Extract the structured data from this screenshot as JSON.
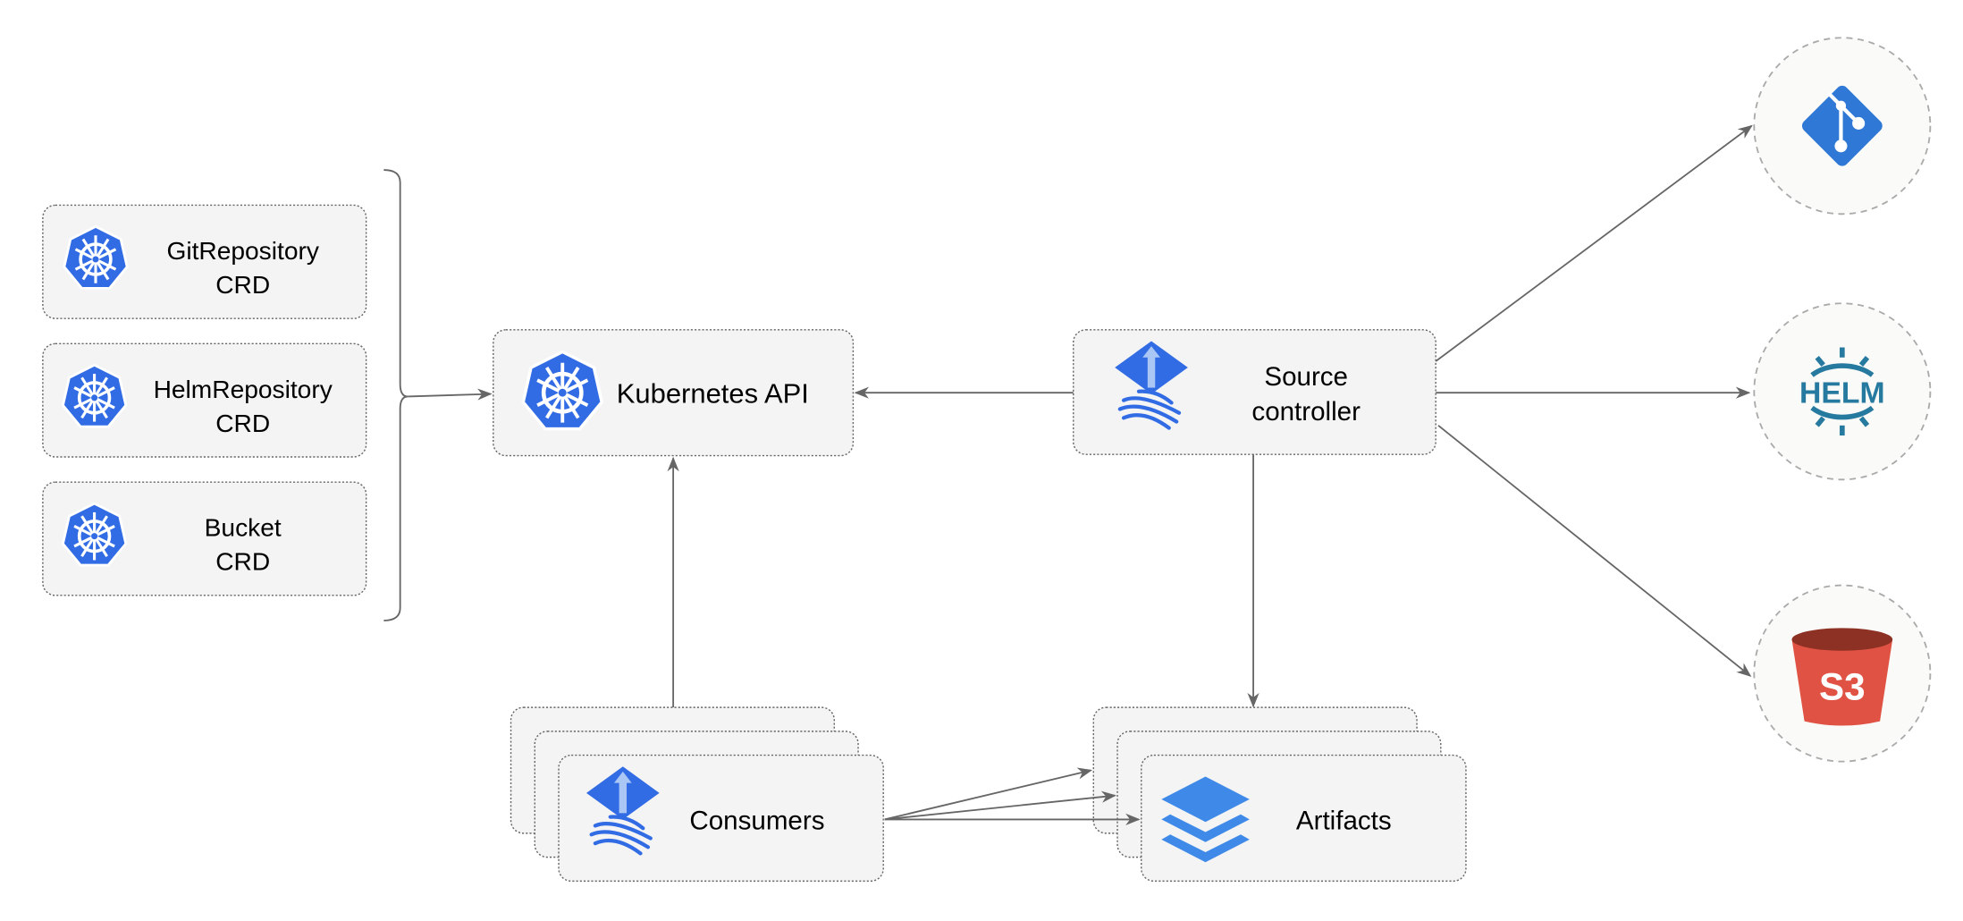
{
  "nodes": {
    "git_crd": {
      "line1": "GitRepository",
      "line2": "CRD",
      "icon": "kubernetes-icon"
    },
    "helm_crd": {
      "line1": "HelmRepository",
      "line2": "CRD",
      "icon": "kubernetes-icon"
    },
    "bucket_crd": {
      "line1": "Bucket",
      "line2": "CRD",
      "icon": "kubernetes-icon"
    },
    "kubernetes_api": {
      "label": "Kubernetes API",
      "icon": "kubernetes-icon"
    },
    "source_controller": {
      "line1": "Source",
      "line2": "controller",
      "icon": "flux-icon"
    },
    "consumers": {
      "label": "Consumers",
      "icon": "flux-icon"
    },
    "artifacts": {
      "label": "Artifacts",
      "icon": "layers-icon"
    },
    "git": {
      "icon": "git-icon"
    },
    "helm": {
      "label": "HELM",
      "icon": "helm-icon"
    },
    "s3": {
      "label": "S3",
      "icon": "s3-bucket-icon"
    }
  },
  "colors": {
    "kubernetes_blue": "#326ce5",
    "flux_blue": "#3b7de6",
    "git_blue": "#2f78d6",
    "helm_teal": "#277a9f",
    "s3_red": "#e05243",
    "s3_dark": "#8c3123",
    "edge": "#666666",
    "box_fill": "#f4f4f4"
  }
}
